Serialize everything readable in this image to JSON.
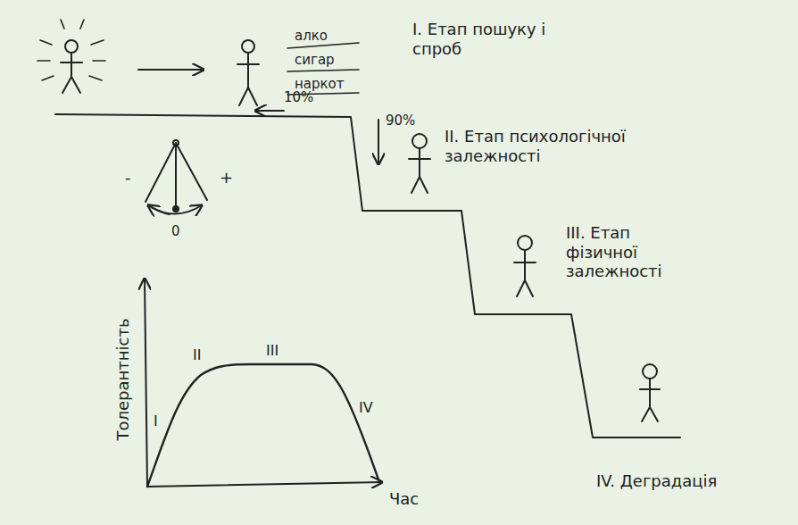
{
  "diagram": {
    "labels": [
      "алко",
      "сигар",
      "наркот",
      "I. Етап пошуку і спроб",
      "10%",
      "90%",
      "II. Етап психологічної залежності",
      "-",
      "+",
      "0",
      "III. Етап фізичної залежності",
      "Толерантність",
      "I",
      "II",
      "III",
      "IV",
      "Час",
      "IV. Деградація"
    ]
  }
}
